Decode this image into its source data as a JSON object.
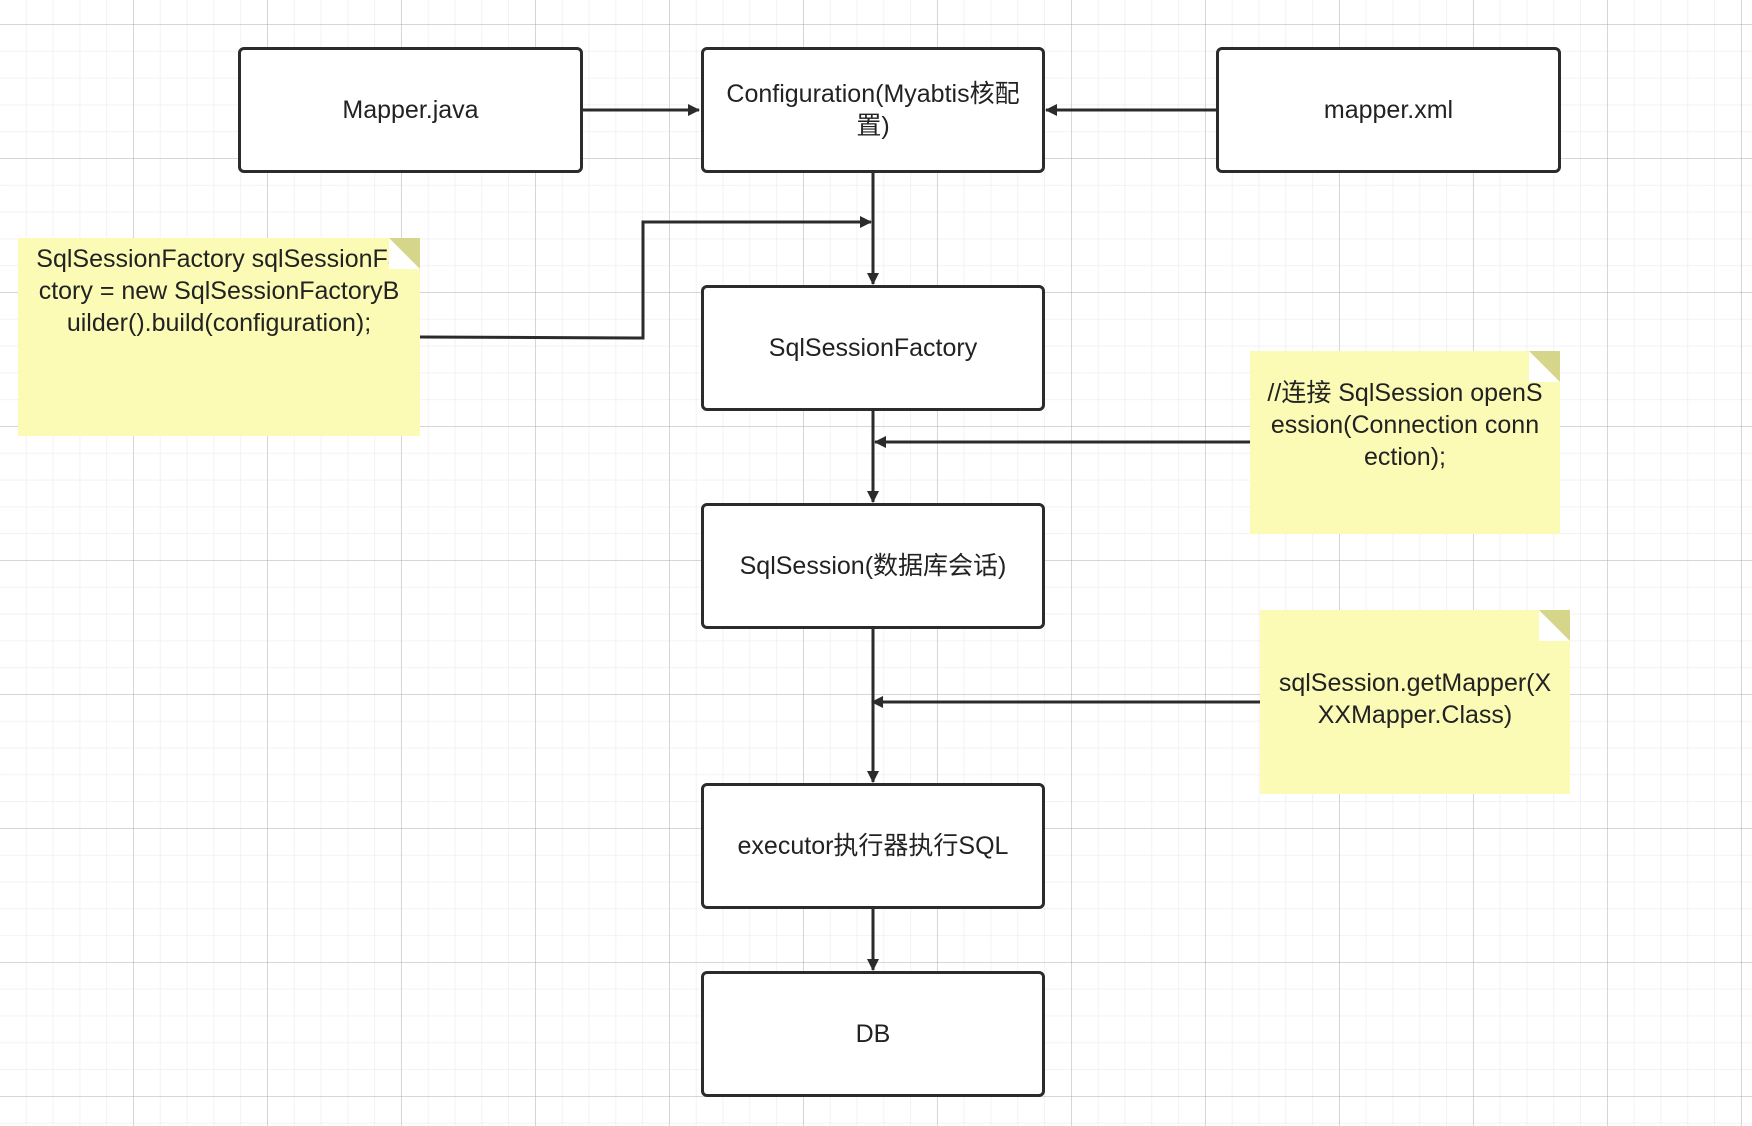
{
  "nodes": {
    "mapper_java": "Mapper.java",
    "configuration": "Configuration(Myabtis核配置)",
    "mapper_xml": "mapper.xml",
    "session_factory": "SqlSessionFactory",
    "sql_session": "SqlSession(数据库会话)",
    "executor": "executor执行器执行SQL",
    "db": "DB"
  },
  "notes": {
    "build": "SqlSessionFactory sqlSessionFactory = new SqlSessionFactoryBuilder().build(configuration);",
    "open_session": "//连接 SqlSession openSession(Connection connection);",
    "get_mapper": "sqlSession.getMapper(XXXMapper.Class)"
  },
  "colors": {
    "note_fill": "#fbfbb6",
    "note_fold": "#d6d68a",
    "stroke": "#2b2b2b"
  }
}
